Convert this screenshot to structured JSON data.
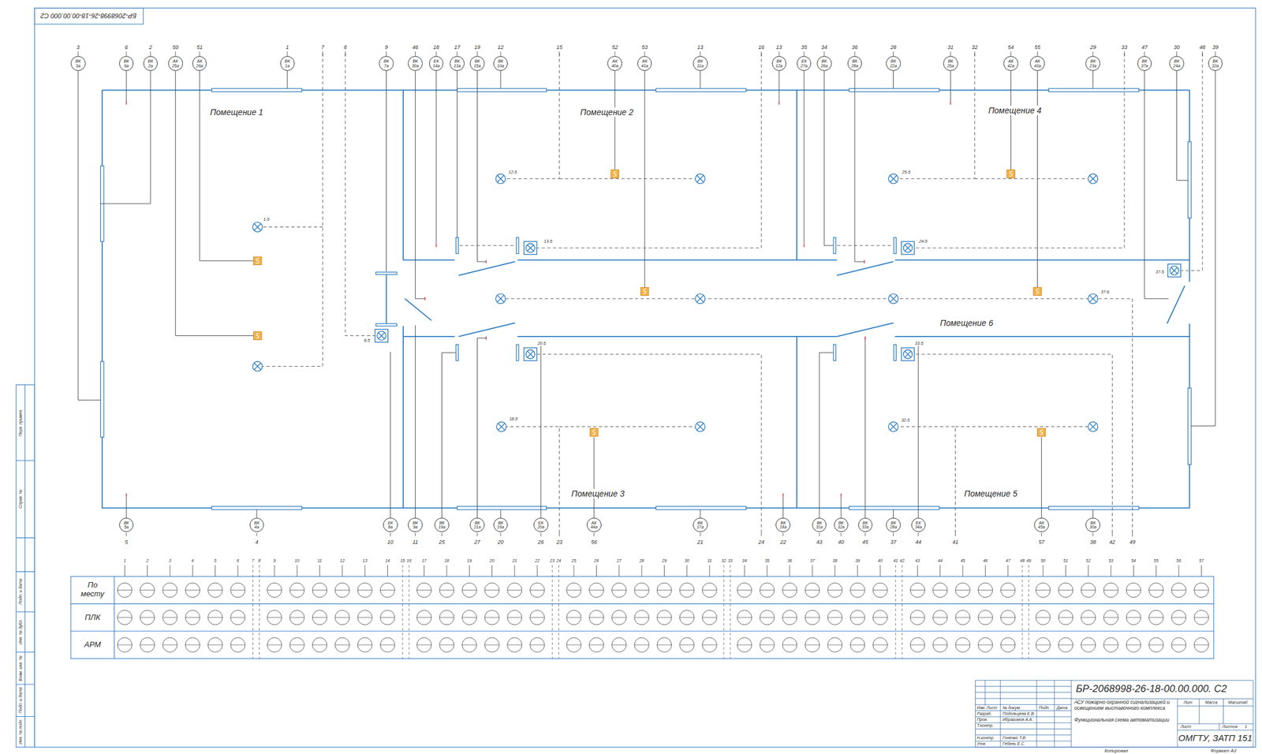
{
  "diagram": {
    "nodes": [
      {
        "text": [
          "ВК 3а"
        ]
      },
      {
        "text": [
          "ВК 6а"
        ]
      },
      {
        "text": [
          "ВК 2а"
        ]
      },
      {
        "text": [
          "АК 25а"
        ]
      },
      {
        "text": [
          "АК 26а"
        ]
      },
      {
        "text": [
          "ВК 1а"
        ]
      },
      {
        "text": [
          "ВК 7а"
        ]
      },
      {
        "text": [
          "ВК 30а"
        ]
      },
      {
        "text": [
          "ЕК 14а"
        ]
      },
      {
        "text": [
          "ВК 13а"
        ]
      },
      {
        "text": [
          "ВК 15а"
        ]
      },
      {
        "text": [
          "ВК 10а"
        ]
      },
      {
        "text": [
          "АК 40а"
        ]
      },
      {
        "text": [
          "АК 41а"
        ]
      },
      {
        "text": [
          "ВК 11а"
        ]
      },
      {
        "text": [
          "ВК 12а"
        ]
      },
      {
        "text": [
          "ЕК 27а"
        ]
      },
      {
        "text": [
          "ВК 26а"
        ]
      },
      {
        "text": [
          "ВК 28а"
        ]
      },
      {
        "text": [
          "ВК 22а"
        ]
      },
      {
        "text": [
          "ВК 25а"
        ]
      },
      {
        "text": [
          "АК 42а"
        ]
      },
      {
        "text": [
          "АК 43а"
        ]
      },
      {
        "text": [
          "ВК 23а"
        ]
      },
      {
        "text": [
          "ВК 37а"
        ]
      },
      {
        "text": [
          "ВК 24а"
        ]
      },
      {
        "text": [
          "ВК 32а"
        ]
      },
      {
        "text": [
          "ВК 5а"
        ]
      },
      {
        "text": [
          "ВК 4а"
        ]
      },
      {
        "text": [
          "ЕК 8а"
        ]
      },
      {
        "text": [
          "ВК 9а"
        ]
      },
      {
        "text": [
          "ВК 19а"
        ]
      },
      {
        "text": [
          "ВК 21а"
        ]
      },
      {
        "text": [
          "ВК 16а"
        ]
      },
      {
        "text": [
          "ЕК 20а"
        ]
      },
      {
        "text": [
          "АК 44а"
        ]
      },
      {
        "text": [
          "ВК 17а"
        ]
      },
      {
        "text": [
          "ВК 18а"
        ]
      },
      {
        "text": [
          "ВК 31а"
        ]
      },
      {
        "text": [
          "ВК 32а"
        ]
      },
      {
        "text": [
          "ВК 33а"
        ]
      },
      {
        "text": [
          "ВК 28а"
        ]
      },
      {
        "text": [
          "ЕК 34а"
        ]
      },
      {
        "text": [
          "АК 45а"
        ]
      },
      {
        "text": [
          "ВК 30а"
        ]
      }
    ],
    "labels": [
      "3",
      "6",
      "2",
      "50",
      "51",
      "1",
      "7",
      "8",
      "9",
      "46",
      "18",
      "17",
      "19",
      "12",
      "15",
      "52",
      "53",
      "13",
      "16",
      "13",
      "35",
      "34",
      "36",
      "28",
      "31",
      "32",
      "54",
      "55",
      "29",
      "33",
      "47",
      "30",
      "48",
      "39",
      "5",
      "4",
      "10",
      "11",
      "25",
      "27",
      "20",
      "26",
      "23",
      "56",
      "21",
      "24",
      "22",
      "43",
      "40",
      "45",
      "37",
      "44",
      "41",
      "57",
      "38",
      "42",
      "49",
      "1-5",
      "12-5",
      "13-5",
      "8-5",
      "20-5",
      "18-5",
      "25-5",
      "24-5",
      "37-5",
      "37-6",
      "33-5",
      "32-5",
      "Помещение 1",
      "Помещение 2",
      "Помещение 3",
      "Помещение 4",
      "Помещение 5",
      "Помещение 6",
      "По месту",
      "ПЛК",
      "АРМ",
      "1",
      "2",
      "3",
      "4",
      "5",
      "6",
      "7",
      "8",
      "9",
      "10",
      "11",
      "12",
      "13",
      "14",
      "15",
      "16",
      "17",
      "18",
      "19",
      "20",
      "21",
      "22",
      "23",
      "24",
      "25",
      "26",
      "27",
      "28",
      "29",
      "30",
      "31",
      "32",
      "33",
      "34",
      "35",
      "36",
      "37",
      "38",
      "39",
      "40",
      "41",
      "42",
      "43",
      "44",
      "45",
      "46",
      "47",
      "48",
      "49",
      "50",
      "51",
      "52",
      "53",
      "54",
      "55",
      "56",
      "57",
      "БР-2068998-26-18-00.00.000. С2",
      "Изм.",
      "Лист",
      "№ докум.",
      "Подп.",
      "Дата",
      "Разраб.",
      "Подольцева Е.В.",
      "Пров.",
      "Ибрагимов А.А.",
      "Т.контр.",
      "Н.контр.",
      "Гоненко Т.В.",
      "Утв.",
      "Гебель Е.С.",
      "АСУ пожарно-охранной сигнализацией и освещением выставочного комплекса",
      "Функциональная схема автоматизации",
      "Лит",
      "Масса",
      "Масштаб",
      "Лист",
      "Листов",
      "1",
      "ОМГТУ, ЗАТП 151",
      "Перв. примен.",
      "Справ. №",
      "Подп. и дата",
      "Инв. № дубл.",
      "Взам. инв. №",
      "Подп. и дата",
      "Инв. № подл.",
      "БР-2068998-26-18-00.00.000 С2",
      "Копировал",
      "Формат А3"
    ]
  }
}
